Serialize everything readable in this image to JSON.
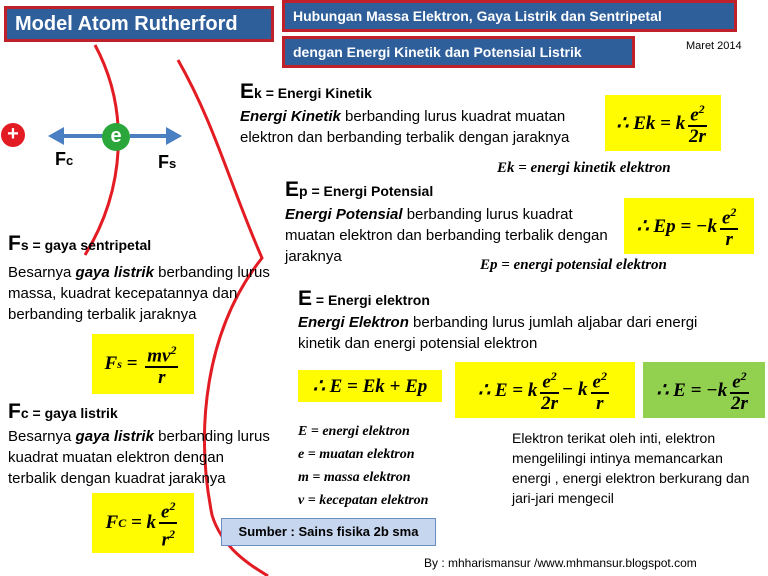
{
  "header": {
    "title": "Model Atom Rutherford",
    "subtitle_1": "Hubungan Massa Elektron, Gaya Listrik dan Sentripetal",
    "subtitle_2": "dengan Energi Kinetik dan Potensial Listrik",
    "date": "Maret 2014"
  },
  "diagram": {
    "nucleus_symbol": "+",
    "electron_symbol": "e",
    "fc_label": "F",
    "fc_sub": "c",
    "fs_label": "F",
    "fs_sub": "s",
    "colors": {
      "nucleus": "#e31b23",
      "electron": "#2aa63a",
      "arrow": "#4a7fc1",
      "orbit": "#e31b23"
    }
  },
  "fs_section": {
    "head_big": "F",
    "head_sub": "s",
    "head_rest": " = gaya sentripetal",
    "text_1": "Besarnya ",
    "text_bold": "gaya listrik",
    "text_2": " berbanding lurus massa, kuadrat kecepatannya dan berbanding terbalik jaraknya",
    "formula_lhs": "F",
    "formula_lhs_sub": "s",
    "formula_num": "mv",
    "formula_den": "r"
  },
  "fc_section": {
    "head_big": "F",
    "head_sub": "c",
    "head_rest": " = gaya listrik",
    "text_1": "Besarnya ",
    "text_bold": "gaya listrik",
    "text_2": " berbanding lurus kuadrat muatan elektron dengan  terbalik dengan kuadrat jaraknya",
    "formula_lhs": "F",
    "formula_lhs_sub": "C",
    "formula_k": "k",
    "formula_num": "e",
    "formula_den": "r"
  },
  "ek_section": {
    "head_big": "E",
    "head_sub": "k",
    "head_rest": " = Energi Kinetik",
    "text_bold": "Energi Kinetik",
    "text_2": " berbanding lurus kuadrat muatan elektron dan berbanding terbalik dengan jaraknya",
    "formula_lhs": "∴ Ek = k",
    "formula_num": "e",
    "formula_den": "2r",
    "note": "Ek = energi kinetik elektron"
  },
  "ep_section": {
    "head_big": "E",
    "head_sub": "p",
    "head_rest": " = Energi Potensial",
    "text_bold": "Energi Potensial",
    "text_2": " berbanding lurus kuadrat muatan elektron dan berbanding terbalik dengan jaraknya",
    "formula_lhs": "∴ Ep = −k",
    "formula_num": "e",
    "formula_den": "r",
    "note": "Ep = energi potensial elektron"
  },
  "e_section": {
    "head_big": "E",
    "head_rest": " = Energi elektron",
    "text_bold": "Energi Elektron",
    "text_2": " berbanding lurus jumlah aljabar dari energi kinetik dan energi potensial  elektron",
    "formula_1": "∴ E = Ek + Ep",
    "formula_2_lhs": "∴ E = k",
    "formula_2_num1": "e",
    "formula_2_den1": "2r",
    "formula_2_mid": "− k",
    "formula_2_num2": "e",
    "formula_2_den2": "r",
    "formula_3_lhs": "∴ E = −k",
    "formula_3_num": "e",
    "formula_3_den": "2r",
    "defs": [
      "E = energi elektron",
      "e = muatan elektron",
      "m = massa elektron",
      "v = kecepatan elektron"
    ],
    "conclusion": "Elektron terikat oleh inti, elektron mengelilingi intinya memancarkan energi , energi elektron berkurang dan jari-jari mengecil"
  },
  "source": "Sumber : Sains fisika 2b sma",
  "footer": "By : mhharismansur /www.mhmansur.blogspot.com"
}
